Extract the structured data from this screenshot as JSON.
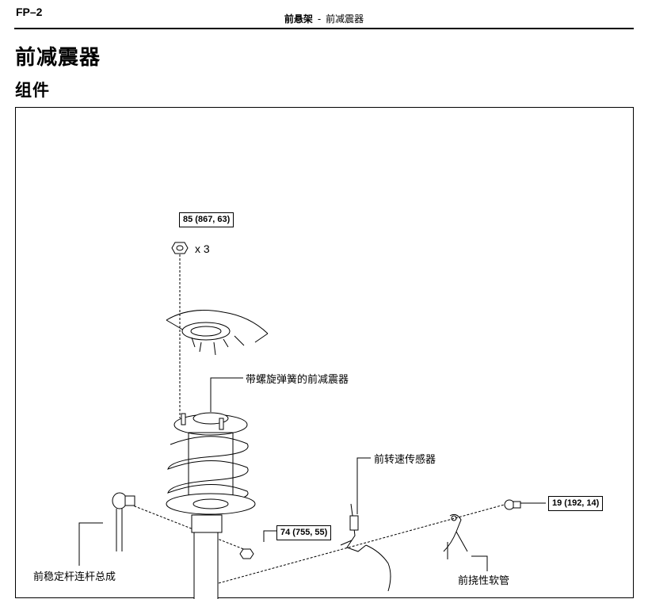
{
  "header": {
    "page_code": "FP–2",
    "section": "前悬架",
    "separator": "-",
    "subsection": "前减震器"
  },
  "title": "前减震器",
  "subtitle": "组件",
  "diagram": {
    "torques": {
      "nut_top": "85 (867, 63)",
      "nut_link": "74 (755, 55)",
      "bolt_hose": "19 (192, 14)"
    },
    "nut_quantity": "x 3",
    "labels": {
      "strut_with_spring": "带螺旋弹簧的前减震器",
      "speed_sensor": "前转速传感器",
      "stabilizer_link": "前稳定杆连杆总成",
      "flexible_hose": "前挠性软管"
    }
  }
}
